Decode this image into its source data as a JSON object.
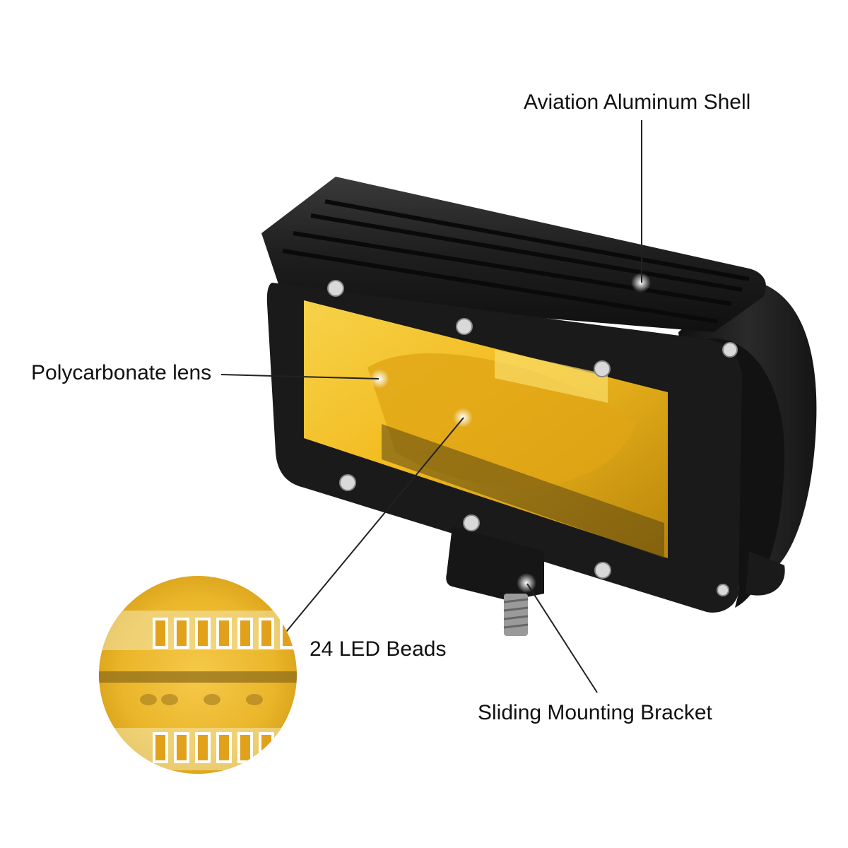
{
  "labels": {
    "shell": "Aviation Aluminum Shell",
    "lens": "Polycarbonate lens",
    "beads": "24 LED Beads",
    "bracket": "Sliding Mounting Bracket"
  },
  "colors": {
    "housing": "#1c1c1c",
    "lens_amber": "#f2bb1f",
    "lens_dark": "#c99209",
    "callout_line": "#222222",
    "label_text": "#111111"
  }
}
